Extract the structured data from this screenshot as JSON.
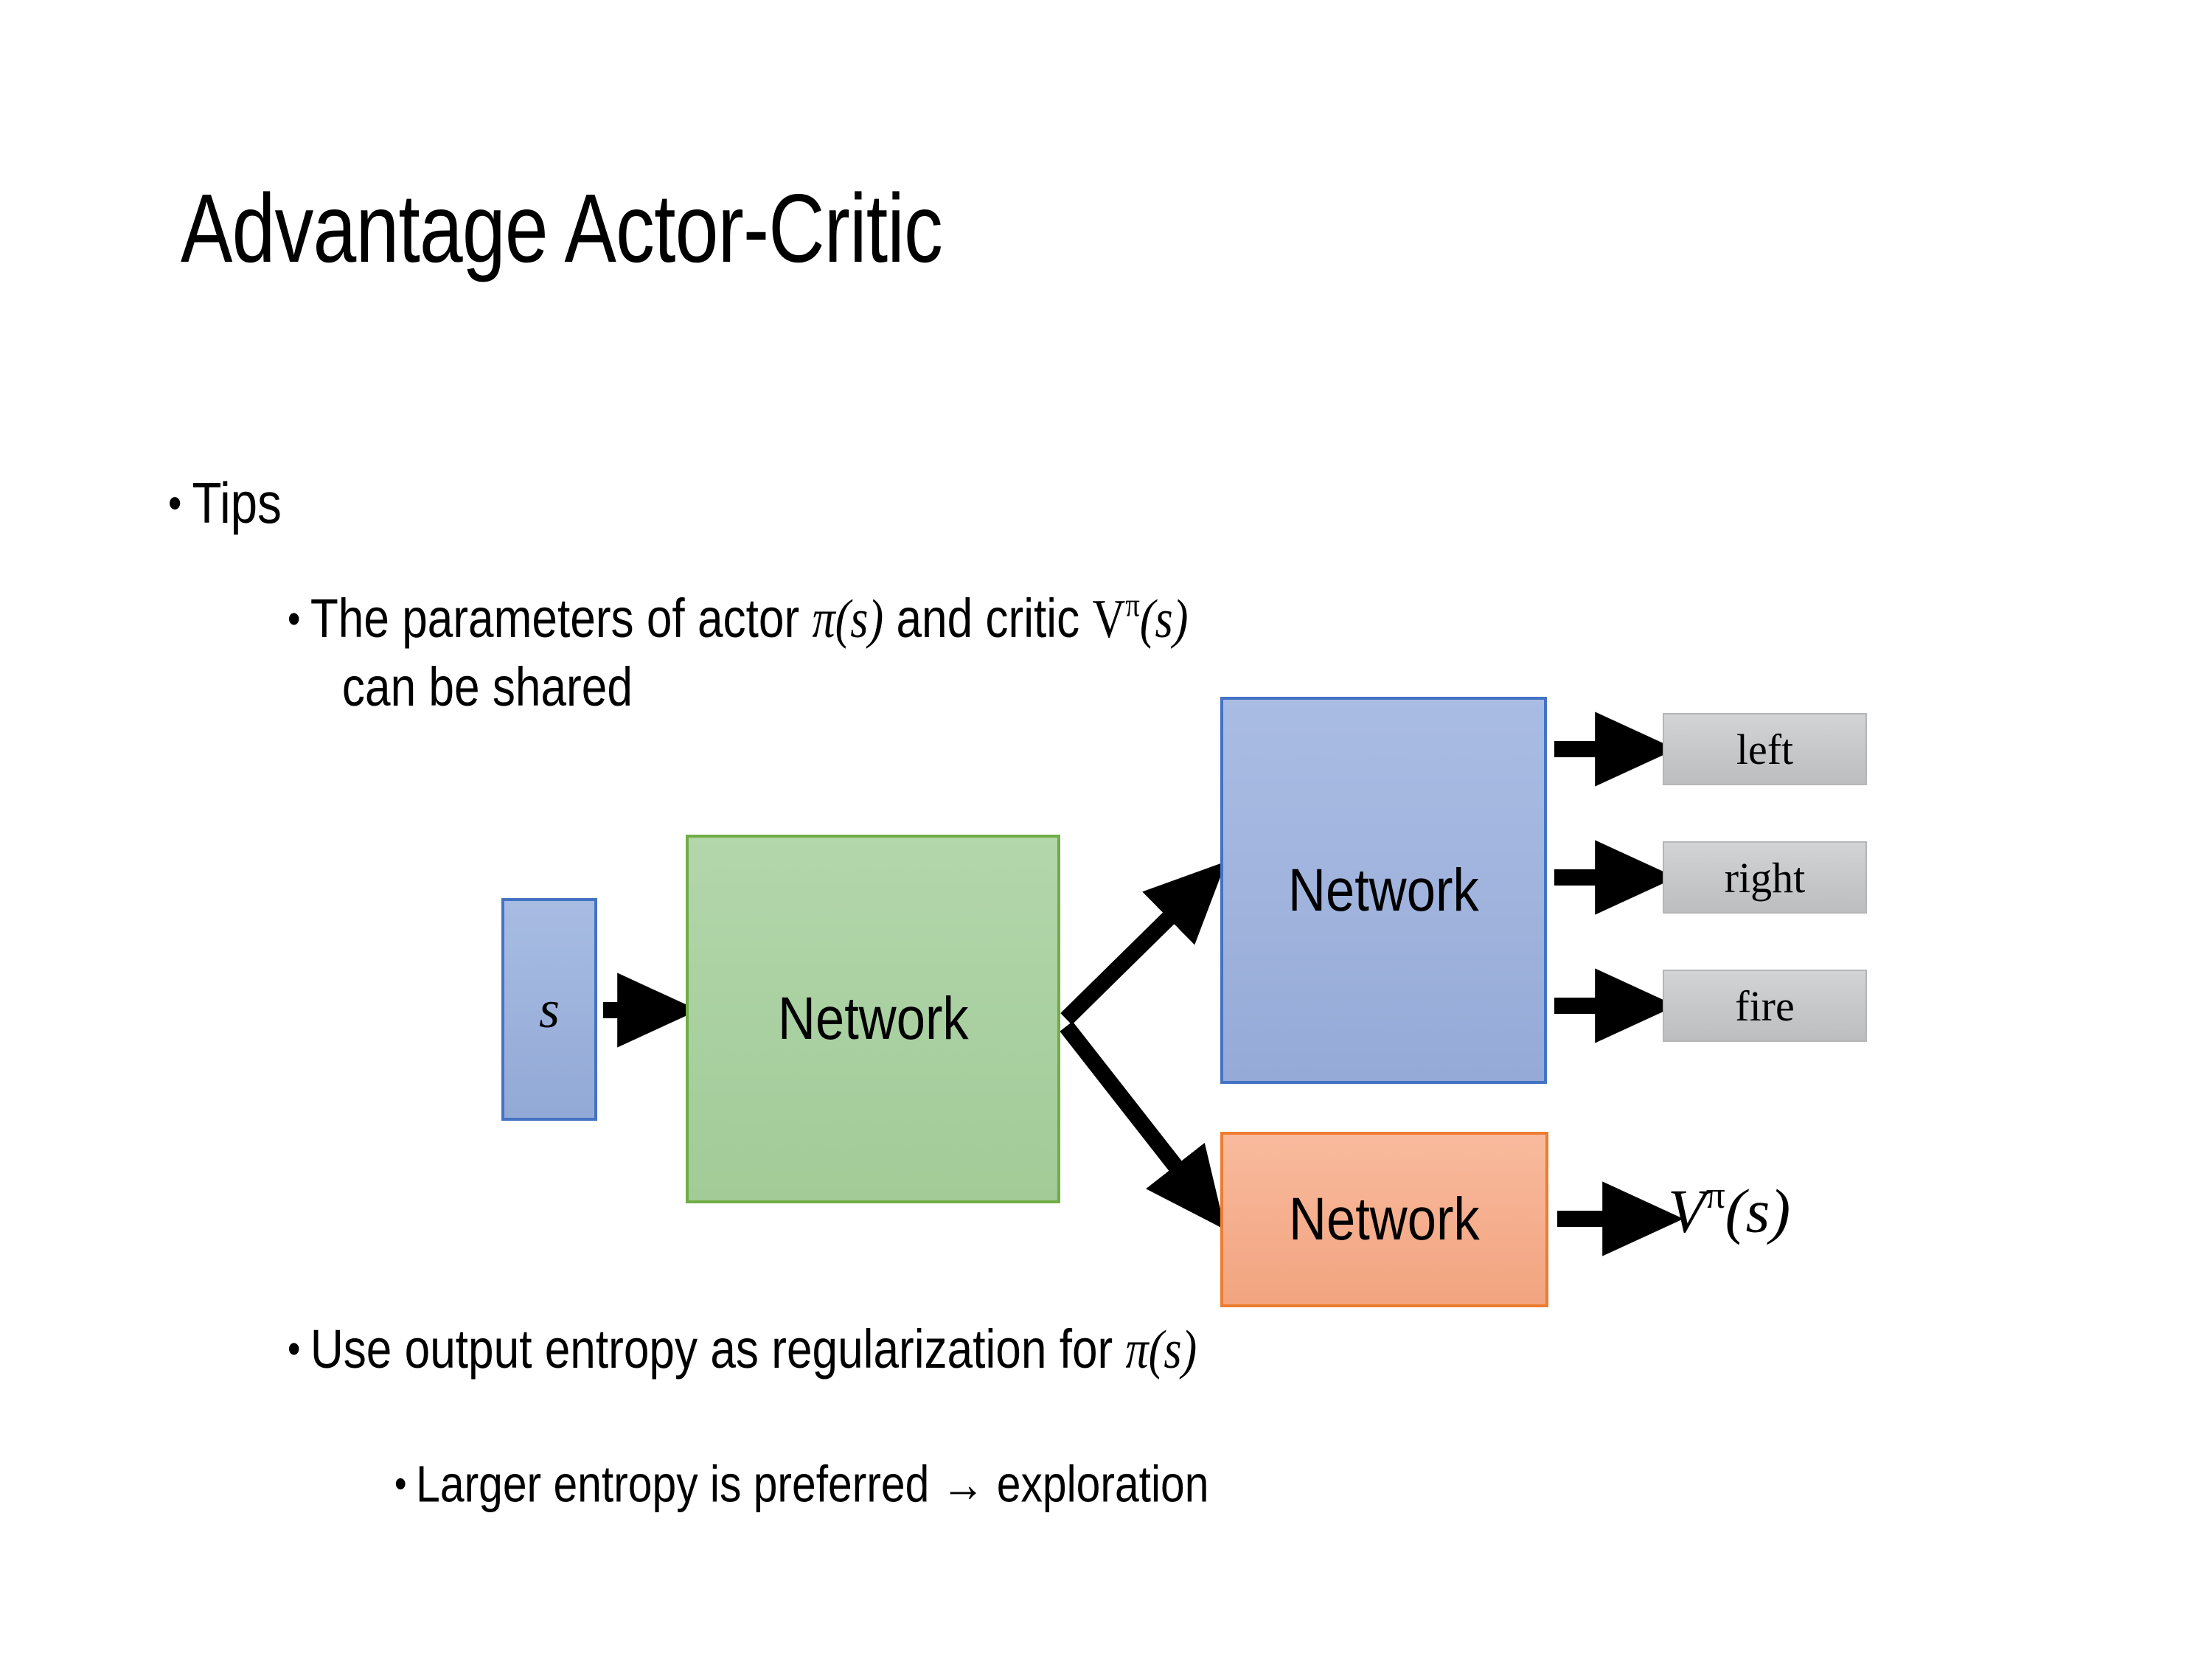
{
  "slide": {
    "title": "Advantage Actor-Critic",
    "background_color": "#FFFFFF"
  },
  "bullets": {
    "level1_tips": "Tips",
    "level2_shared_line1_pre": "The parameters of actor ",
    "level2_shared_math_pi": "π(s)",
    "level2_shared_line1_mid": "  and critic ",
    "level2_shared_math_v": "V",
    "level2_shared_math_v_sup": "π",
    "level2_shared_math_v_arg": "(s)",
    "level2_shared_line2": "can be shared",
    "level2_entropy_pre": "Use output entropy as regularization for ",
    "level2_entropy_math": "π(s)",
    "level3_larger": "Larger entropy is preferred → exploration",
    "bullet_glyph": "•"
  },
  "diagram": {
    "input_box": {
      "label": "s",
      "fill": "#9CB2DC",
      "border": "#4472C4"
    },
    "shared_network": {
      "label": "Network",
      "fill": "#A9D0A0",
      "border": "#70AD47"
    },
    "actor_network": {
      "label": "Network",
      "fill": "#9FB3DD",
      "border": "#4472C4"
    },
    "critic_network": {
      "label": "Network",
      "fill": "#F5AE8D",
      "border": "#ED7D31"
    },
    "action_outputs": [
      {
        "label": "left",
        "fill": "#C6C8CA"
      },
      {
        "label": "right",
        "fill": "#C6C8CA"
      },
      {
        "label": "fire",
        "fill": "#C6C8CA"
      }
    ],
    "critic_output": {
      "symbol": "V",
      "superscript": "π",
      "argument": "(s)"
    },
    "arrow_color": "#000000"
  }
}
